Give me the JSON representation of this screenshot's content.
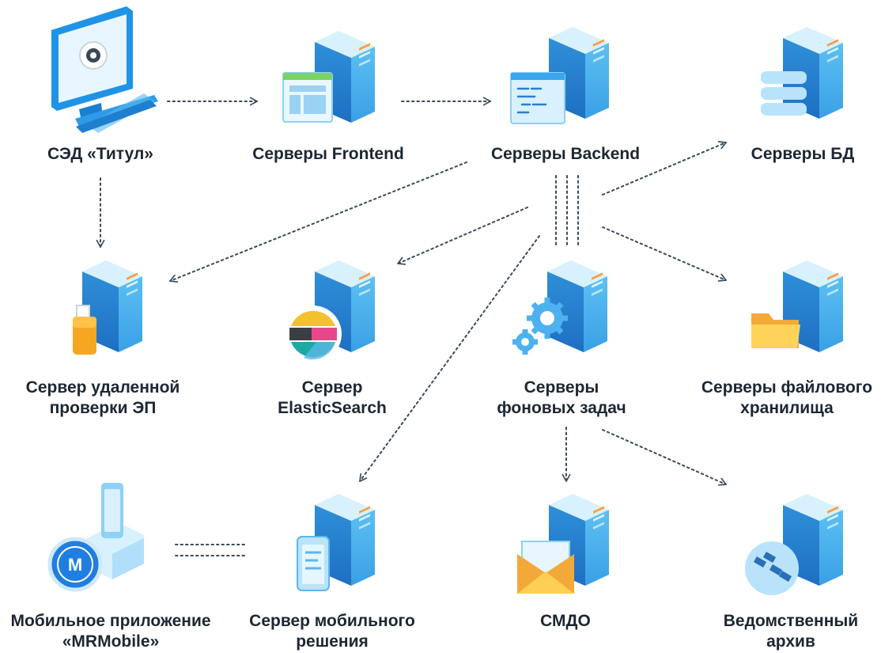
{
  "nodes": {
    "sed": {
      "label_lines": [
        "СЭД «Титул»"
      ],
      "icon": "computer-monitor-keyboard-icon"
    },
    "frontend": {
      "label_lines": [
        "Серверы Frontend"
      ],
      "icon": "server-webpage-icon"
    },
    "backend": {
      "label_lines": [
        "Серверы Backend"
      ],
      "icon": "server-code-window-icon"
    },
    "db": {
      "label_lines": [
        "Серверы БД"
      ],
      "icon": "server-database-icon"
    },
    "ep": {
      "label_lines": [
        "Сервер удаленной",
        "проверки ЭП"
      ],
      "icon": "server-usb-token-icon"
    },
    "elastic": {
      "label_lines": [
        "Сервер",
        "ElasticSearch"
      ],
      "icon": "server-elasticsearch-icon"
    },
    "background": {
      "label_lines": [
        "Серверы",
        "фоновых задач"
      ],
      "icon": "server-gears-icon"
    },
    "files": {
      "label_lines": [
        "Серверы файлового",
        "хранилища"
      ],
      "icon": "server-folder-icon"
    },
    "mobile_app": {
      "label_lines": [
        "Мобильное приложение",
        "«MRMobile»"
      ],
      "icon": "mobile-app-logo-icon",
      "logo_letter": "M"
    },
    "mobile_server": {
      "label_lines": [
        "Сервер мобильного",
        "решения"
      ],
      "icon": "server-smartphone-icon"
    },
    "smdo": {
      "label_lines": [
        "СМДО"
      ],
      "icon": "server-envelope-icon"
    },
    "archive": {
      "label_lines": [
        "Ведомственный",
        "архив"
      ],
      "icon": "server-archive-logo-icon"
    }
  },
  "connections": [
    {
      "from": "sed",
      "to": "frontend",
      "style": "dotted-arrow"
    },
    {
      "from": "frontend",
      "to": "backend",
      "style": "dotted-arrow"
    },
    {
      "from": "sed",
      "to": "ep",
      "style": "dotted-arrow"
    },
    {
      "from": "backend",
      "to": "ep",
      "style": "dotted-arrow"
    },
    {
      "from": "backend",
      "to": "db",
      "style": "dotted-arrow"
    },
    {
      "from": "backend",
      "to": "elastic",
      "style": "dotted-arrow"
    },
    {
      "from": "backend",
      "to": "background",
      "style": "dotted-double-line"
    },
    {
      "from": "backend",
      "to": "files",
      "style": "dotted-arrow"
    },
    {
      "from": "backend",
      "to": "mobile_server",
      "style": "dotted-arrow"
    },
    {
      "from": "background",
      "to": "smdo",
      "style": "dotted-arrow"
    },
    {
      "from": "background",
      "to": "archive",
      "style": "dotted-arrow"
    },
    {
      "from": "mobile_app",
      "to": "mobile_server",
      "style": "dotted-double-line"
    }
  ],
  "colors": {
    "server_front": "#4fb3ec",
    "server_side": "#2a86d0",
    "server_top": "#d2efff",
    "monitor_frame": "#1f93e6",
    "accent_orange": "#f5a623",
    "folder_yellow": "#f7c13c",
    "line": "#3a4a5a",
    "text": "#1c2733"
  }
}
